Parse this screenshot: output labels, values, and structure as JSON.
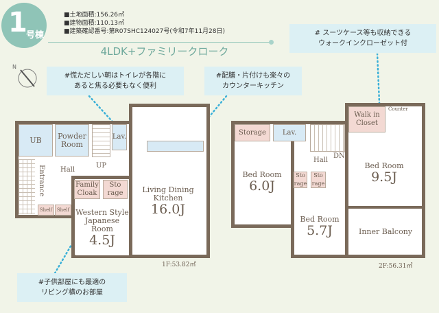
{
  "header": {
    "building_num": "1",
    "building_suffix": "号棟",
    "land_area": "■土地面積:156.26㎡",
    "floor_area": "■建物面積:110.13㎡",
    "permit": "■建築確認番号:第R07SHC124027号(令和7年11月28日)",
    "layout_title": "4LDK+ファミリークローク"
  },
  "callouts": {
    "c1": "#慌ただしい朝はトイレが各階に\nあると焦る必要もなく便利",
    "c2": "#配膳・片付けも楽々の\nカウンターキッチン",
    "c3": "# スーツケース等も収納できる\nウォークインクローゼット付",
    "c4": "#子供部屋にも最適の\nリビング横のお部屋"
  },
  "floor1": {
    "area": "1F:53.82㎡",
    "ub": "UB",
    "powder": "Powder Room",
    "lav": "Lav.",
    "hall": "Hall",
    "up": "UP",
    "entrance": "Entrance",
    "family_cloak": "Family Cloak",
    "storage": "Sto rage",
    "shelf1": "Shelf",
    "shelf2": "Shelf",
    "western": "Western Style Japanese Room",
    "western_size": "4.5J",
    "ldk": "Living Dining Kitchen",
    "ldk_size": "16.0J"
  },
  "floor2": {
    "area": "2F:56.31㎡",
    "storage": "Storage",
    "lav": "Lav.",
    "hall": "Hall",
    "dn": "DN",
    "bed1": "Bed Room",
    "bed1_size": "6.0J",
    "sto1": "Sto rage",
    "sto2": "Sto rage",
    "bed2": "Bed Room",
    "bed2_size": "5.7J",
    "wic": "Walk in Closet",
    "counter": "Counter",
    "bed3": "Bed Room",
    "bed3_size": "9.5J",
    "balcony": "Inner Balcony"
  }
}
